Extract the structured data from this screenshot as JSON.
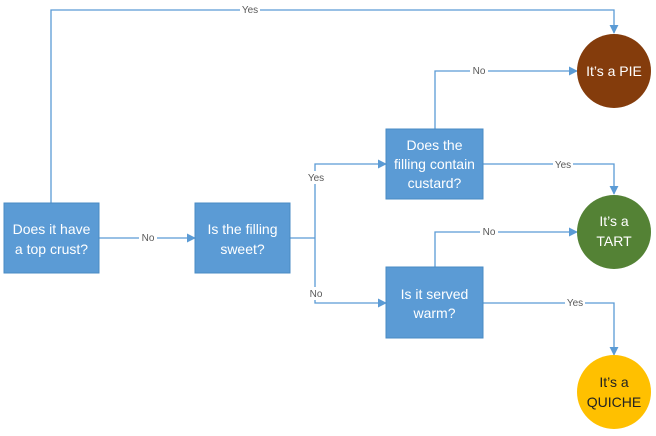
{
  "diagram": {
    "decisions": {
      "top_crust": [
        "Does it have",
        "a top crust?"
      ],
      "filling_sweet": [
        "Is the filling",
        "sweet?"
      ],
      "custard": [
        "Does the",
        "filling contain",
        "custard?"
      ],
      "served_warm": [
        "Is it served",
        "warm?"
      ]
    },
    "outcomes": {
      "pie": {
        "lines": [
          "It’s a PIE"
        ],
        "color": "#843c0c"
      },
      "tart": {
        "lines": [
          "It’s a",
          "TART"
        ],
        "color": "#548235"
      },
      "quiche": {
        "lines": [
          "It’s a",
          "QUICHE"
        ],
        "color": "#ffc000"
      }
    },
    "edge_labels": {
      "top_crust_yes": "Yes",
      "top_crust_no": "No",
      "sweet_yes": "Yes",
      "sweet_no": "No",
      "custard_no": "No",
      "custard_yes": "Yes",
      "warm_no": "No",
      "warm_yes": "Yes"
    },
    "colors": {
      "decision_fill": "#5b9bd5",
      "connector": "#5b9bd5"
    }
  }
}
